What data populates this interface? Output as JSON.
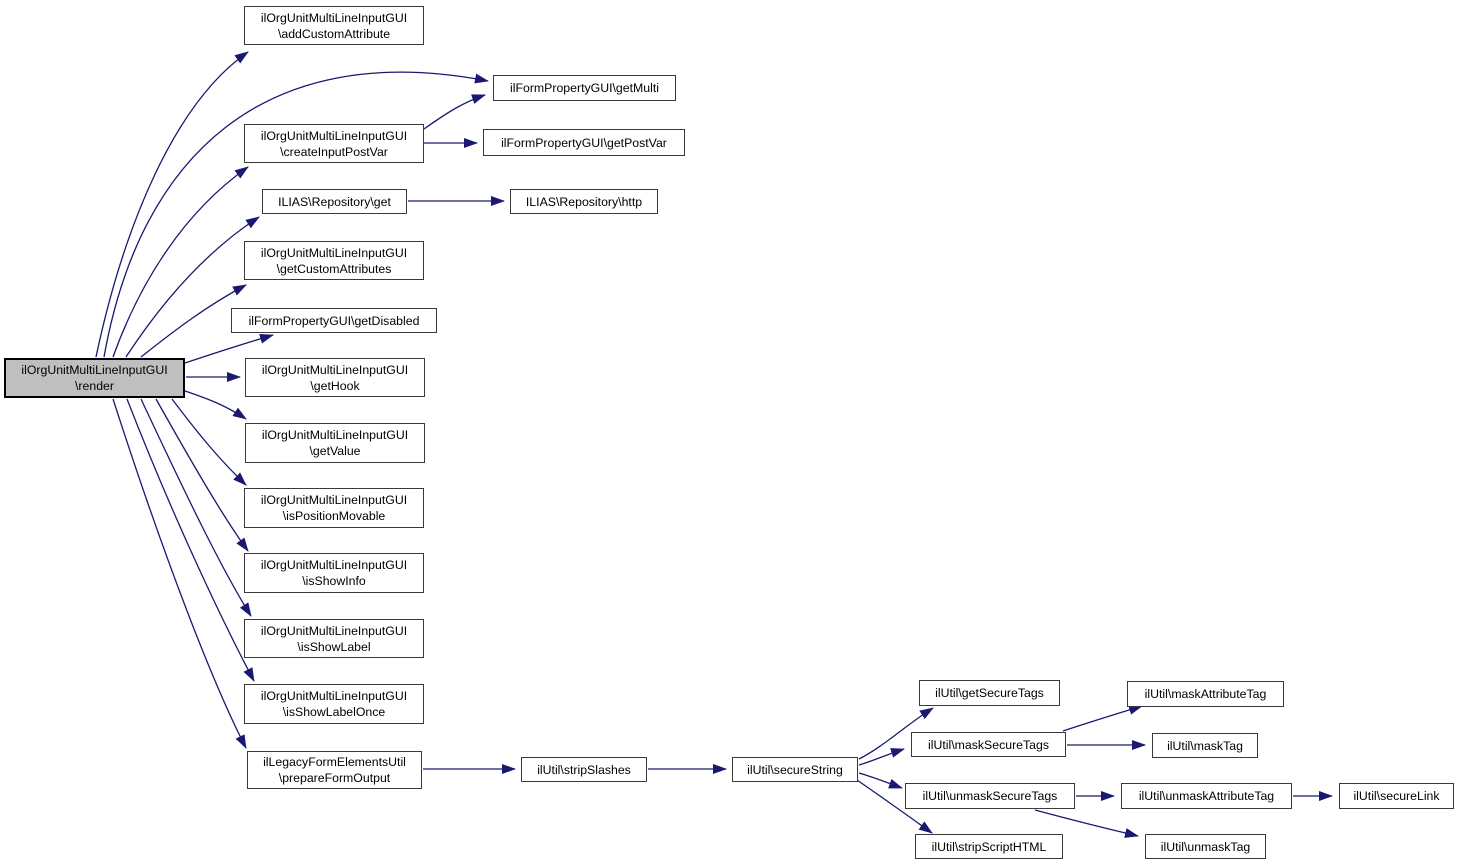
{
  "diagram": {
    "kind": "call-graph",
    "focus_function": "ilOrgUnitMultiLineInputGUI\\render",
    "colors": {
      "edge": "#191970",
      "node_border": "#3a3a3a",
      "node_fill": "#ffffff",
      "focus_fill": "#bfbfbf",
      "focus_border": "#000000",
      "text": "#000000"
    }
  },
  "nodes": {
    "render": {
      "line1": "ilOrgUnitMultiLineInputGUI",
      "line2": "\\render"
    },
    "add_custom_attribute": {
      "line1": "ilOrgUnitMultiLineInputGUI",
      "line2": "\\addCustomAttribute"
    },
    "create_input_post_var": {
      "line1": "ilOrgUnitMultiLineInputGUI",
      "line2": "\\createInputPostVar"
    },
    "repo_get": {
      "label": "ILIAS\\Repository\\get"
    },
    "get_custom_attributes": {
      "line1": "ilOrgUnitMultiLineInputGUI",
      "line2": "\\getCustomAttributes"
    },
    "get_disabled": {
      "label": "ilFormPropertyGUI\\getDisabled"
    },
    "get_hook": {
      "line1": "ilOrgUnitMultiLineInputGUI",
      "line2": "\\getHook"
    },
    "get_value": {
      "line1": "ilOrgUnitMultiLineInputGUI",
      "line2": "\\getValue"
    },
    "is_position_movable": {
      "line1": "ilOrgUnitMultiLineInputGUI",
      "line2": "\\isPositionMovable"
    },
    "is_show_info": {
      "line1": "ilOrgUnitMultiLineInputGUI",
      "line2": "\\isShowInfo"
    },
    "is_show_label": {
      "line1": "ilOrgUnitMultiLineInputGUI",
      "line2": "\\isShowLabel"
    },
    "is_show_label_once": {
      "line1": "ilOrgUnitMultiLineInputGUI",
      "line2": "\\isShowLabelOnce"
    },
    "prepare_form_output": {
      "line1": "ilLegacyFormElementsUtil",
      "line2": "\\prepareFormOutput"
    },
    "get_multi": {
      "label": "ilFormPropertyGUI\\getMulti"
    },
    "get_post_var": {
      "label": "ilFormPropertyGUI\\getPostVar"
    },
    "http": {
      "label": "ILIAS\\Repository\\http"
    },
    "strip_slashes": {
      "label": "ilUtil\\stripSlashes"
    },
    "secure_string": {
      "label": "ilUtil\\secureString"
    },
    "get_secure_tags": {
      "label": "ilUtil\\getSecureTags"
    },
    "mask_secure_tags": {
      "label": "ilUtil\\maskSecureTags"
    },
    "unmask_secure_tags": {
      "label": "ilUtil\\unmaskSecureTags"
    },
    "strip_script_html": {
      "label": "ilUtil\\stripScriptHTML"
    },
    "mask_attribute_tag": {
      "label": "ilUtil\\maskAttributeTag"
    },
    "mask_tag": {
      "label": "ilUtil\\maskTag"
    },
    "unmask_attribute_tag": {
      "label": "ilUtil\\unmaskAttributeTag"
    },
    "unmask_tag": {
      "label": "ilUtil\\unmaskTag"
    },
    "secure_link": {
      "label": "ilUtil\\secureLink"
    }
  }
}
